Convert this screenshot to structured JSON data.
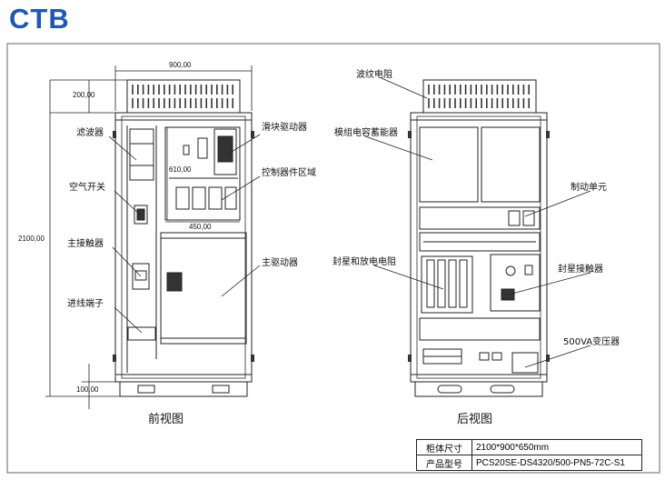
{
  "brand": {
    "logo_text": "CTB",
    "color": "#1f57b5"
  },
  "front": {
    "title": "前视图",
    "dimensions": {
      "width": "900,00",
      "top_section": "200,00",
      "height": "2100,00",
      "inner_height": "610,00",
      "inner_width": "450,00",
      "base": "100,00"
    },
    "labels": {
      "filter": "滤波器",
      "air_switch": "空气开关",
      "main_contactor": "主接触器",
      "terminal": "进线端子",
      "slider_driver": "滑块驱动器",
      "controller_zone": "控制器件区域",
      "main_driver": "主驱动器"
    }
  },
  "rear": {
    "title": "后视图",
    "labels": {
      "resistor": "波纹电阻",
      "capacitor": "模组电容蓄能器",
      "brake_unit": "制动单元",
      "seal_resistor": "封星和放电电阻",
      "seal_contactor": "封星接触器",
      "transformer": "500VA变压器"
    }
  },
  "specs": [
    {
      "key": "柜体尺寸",
      "value": "2100*900*650mm"
    },
    {
      "key": "产品型号",
      "value": "PCS20SE-DS4320/500-PN5-72C-S1"
    }
  ]
}
